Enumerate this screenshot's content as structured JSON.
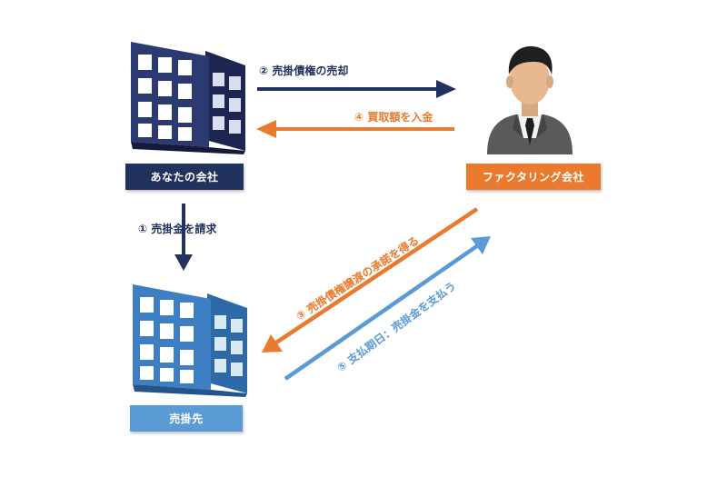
{
  "entities": {
    "your_company": "あなたの会社",
    "factoring_company": "ファクタリング会社",
    "debtor": "売掛先"
  },
  "steps": {
    "step1": "① 売掛金を請求",
    "step2": "② 売掛債権の売却",
    "step3": "③ 売掛債権譲渡の承諾を得る",
    "step4": "④ 買取額を入金",
    "step5": "⑤ 支払期日：売掛金を支払う"
  },
  "colors": {
    "navy": "#22325e",
    "orange": "#ea7a2e",
    "light_blue": "#5b9bd5"
  },
  "icons": {
    "your_company": "office-building-icon",
    "factoring_company": "businessman-icon",
    "debtor": "office-building-icon"
  }
}
